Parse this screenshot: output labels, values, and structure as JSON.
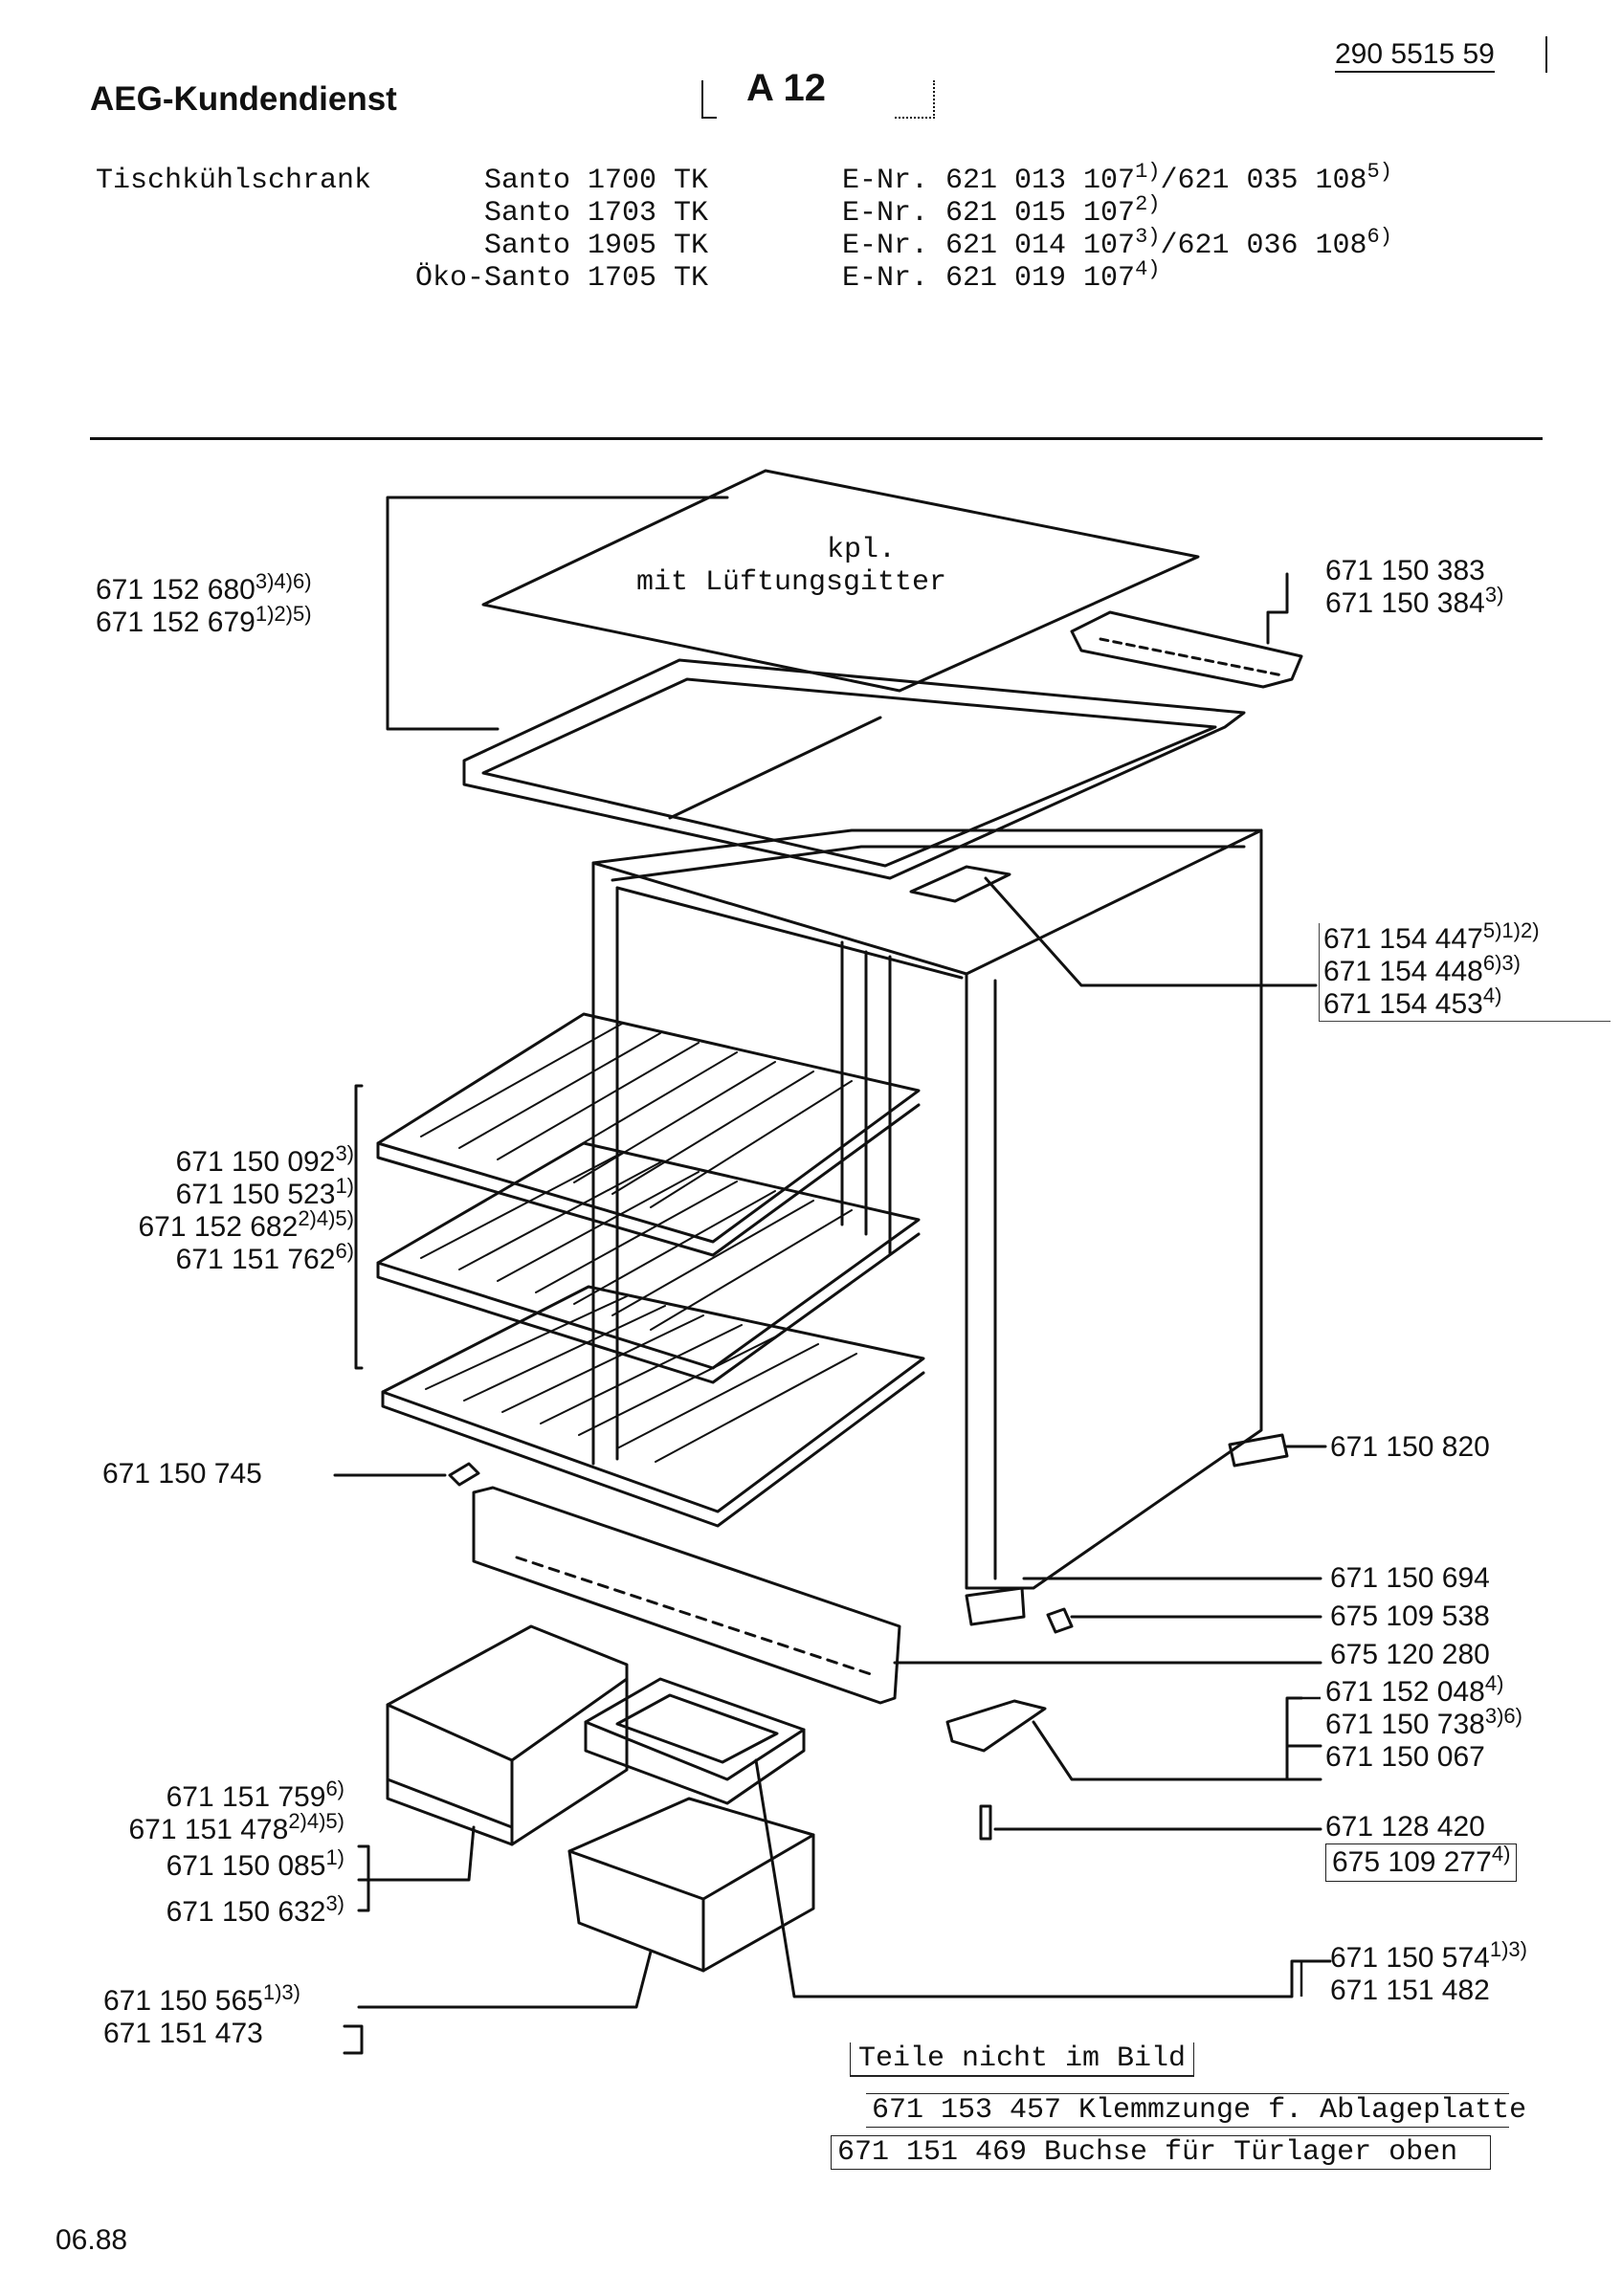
{
  "header": {
    "brand": "AEG-Kundendienst",
    "sheet": "A 12",
    "doc_number": "290 5515 59",
    "product_type": "Tischkühlschrank",
    "models": [
      {
        "model": "Santo 1700 TK",
        "enr": "E-Nr. 621 013 107",
        "enr_sup": "1)",
        "enr_alt": "/621 035 108",
        "enr_alt_sup": "5)"
      },
      {
        "model": "Santo 1703 TK",
        "enr": "E-Nr. 621 015 107",
        "enr_sup": "2)",
        "enr_alt": "",
        "enr_alt_sup": ""
      },
      {
        "model": "Santo 1905 TK",
        "enr": "E-Nr. 621 014 107",
        "enr_sup": "3)",
        "enr_alt": "/621 036 108",
        "enr_alt_sup": "6)"
      },
      {
        "model": "Öko-Santo 1705 TK",
        "enr": "E-Nr. 621 019 107",
        "enr_sup": "4)",
        "enr_alt": "",
        "enr_alt_sup": ""
      }
    ]
  },
  "callouts": {
    "top_cover_text": [
      "kpl.",
      "mit Lüftungsgitter"
    ],
    "top_cover": [
      {
        "num": "671 152 680",
        "sup": "3)4)6)"
      },
      {
        "num": "671 152 679",
        "sup": "1)2)5)"
      }
    ],
    "vent_grille": [
      {
        "num": "671 150 383",
        "sup": ""
      },
      {
        "num": "671 150 384",
        "sup": "3)"
      }
    ],
    "top_bracket": [
      {
        "num": "671 154 447",
        "sup": "5)1)2)"
      },
      {
        "num": "671 154 448",
        "sup": "6)3)"
      },
      {
        "num": "671 154 453",
        "sup": "4)"
      }
    ],
    "shelves": [
      {
        "num": "671 150 092",
        "sup": "3)"
      },
      {
        "num": "671 150 523",
        "sup": "1)"
      },
      {
        "num": "671 152 682",
        "sup": "2)4)5)"
      },
      {
        "num": "671 151 762",
        "sup": "6)"
      }
    ],
    "shelf_clip": {
      "num": "671 150 745"
    },
    "foot_right": {
      "num": "671 150 820"
    },
    "lower_right": [
      {
        "num": "671 150 694",
        "sup": ""
      },
      {
        "num": "675 109 538",
        "sup": ""
      },
      {
        "num": "675 120 280",
        "sup": ""
      }
    ],
    "hinge": [
      {
        "num": "671 152 048",
        "sup": "4)"
      },
      {
        "num": "671 150 738",
        "sup": "3)6)"
      },
      {
        "num": "671 150 067",
        "sup": ""
      }
    ],
    "hinge_pin": [
      {
        "num": "671 128 420",
        "sup": ""
      },
      {
        "num": "675 109 277",
        "sup": "4)"
      }
    ],
    "drawer_large": [
      {
        "num": "671 151 759",
        "sup": "6)"
      },
      {
        "num": "671 151 478",
        "sup": "2)4)5)"
      },
      {
        "num": "671 150 085",
        "sup": "1)"
      },
      {
        "num": "671 150 632",
        "sup": "3)"
      }
    ],
    "drawer_small": [
      {
        "num": "671 150 565",
        "sup": "1)3)"
      },
      {
        "num": "671 151 473",
        "sup": ""
      }
    ],
    "tray": [
      {
        "num": "671 150 574",
        "sup": "1)3)"
      },
      {
        "num": "671 151 482",
        "sup": ""
      }
    ]
  },
  "parts_not_shown": {
    "title": "Teile nicht im Bild",
    "items": [
      "671 153 457 Klemmzunge f. Ablageplatte",
      "671 151 469 Buchse für Türlager oben"
    ]
  },
  "footer": {
    "date": "06.88"
  }
}
